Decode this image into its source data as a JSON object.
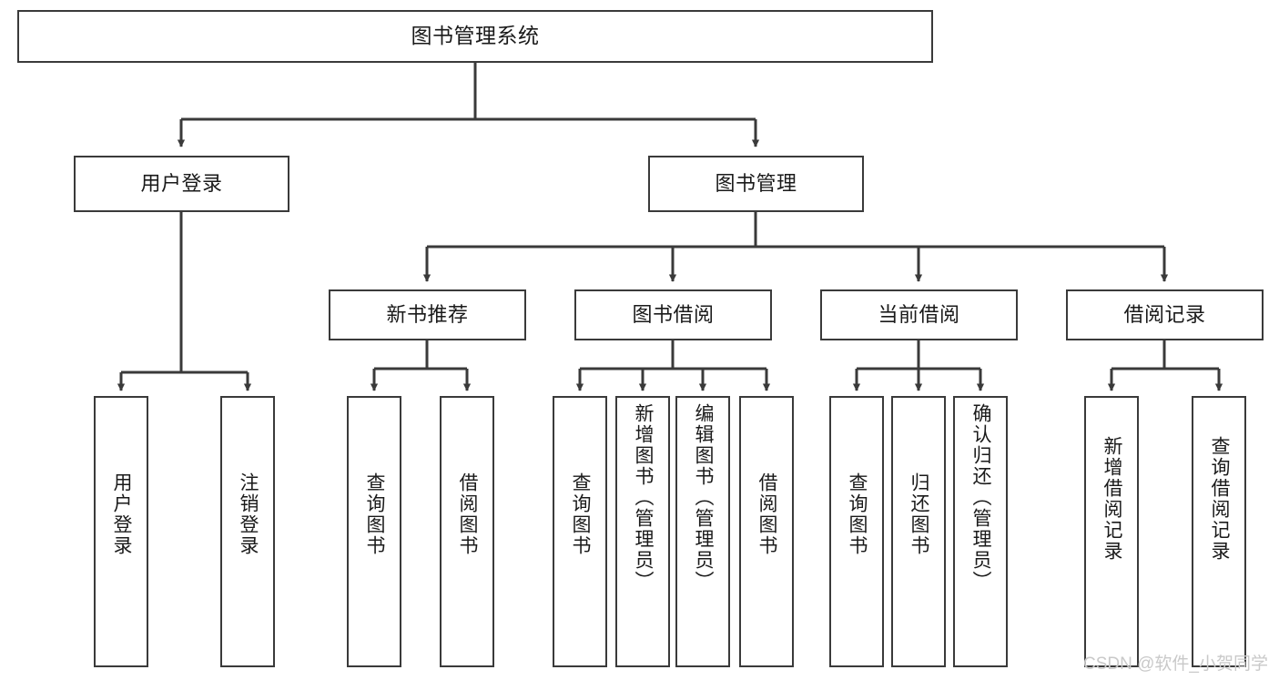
{
  "diagram": {
    "type": "tree",
    "title": "图书管理系统",
    "style": {
      "box_border_color": "#3a3a3a",
      "box_fill_color": "#ffffff",
      "edge_color": "#3a3a3a",
      "text_color": "#1a1a1a",
      "background": "#ffffff",
      "watermark_color": "#c9c9c9"
    },
    "levels": {
      "level1": [
        "图书管理系统"
      ],
      "level2": [
        "用户登录",
        "图书管理"
      ],
      "level3": [
        "新书推荐",
        "图书借阅",
        "当前借阅",
        "借阅记录"
      ],
      "level4": [
        "用户登录",
        "注销登录",
        "查询图书",
        "借阅图书",
        "查询图书",
        "新增图书（管理员）",
        "编辑图书（管理员）",
        "借阅图书",
        "查询图书",
        "归还图书",
        "确认归还（管理员）",
        "新增借阅记录",
        "查询借阅记录"
      ]
    },
    "nodes": {
      "root": {
        "label": "图书管理系统"
      },
      "user_login": {
        "label": "用户登录"
      },
      "book_mgmt": {
        "label": "图书管理"
      },
      "new_book_rec": {
        "label": "新书推荐"
      },
      "book_borrow": {
        "label": "图书借阅"
      },
      "current_borrow": {
        "label": "当前借阅"
      },
      "borrow_record": {
        "label": "借阅记录"
      },
      "leaf_user_login": {
        "label": "用户登录"
      },
      "leaf_logout": {
        "label": "注销登录"
      },
      "leaf_query_book_1": {
        "label": "查询图书"
      },
      "leaf_borrow_book_1": {
        "label": "借阅图书"
      },
      "leaf_query_book_2": {
        "label": "查询图书"
      },
      "leaf_add_book_admin": {
        "label": "新增图书（管理员）"
      },
      "leaf_edit_book_admin": {
        "label": "编辑图书（管理员）"
      },
      "leaf_borrow_book_2": {
        "label": "借阅图书"
      },
      "leaf_query_book_3": {
        "label": "查询图书"
      },
      "leaf_return_book": {
        "label": "归还图书"
      },
      "leaf_confirm_return_admin": {
        "label": "确认归还（管理员）"
      },
      "leaf_add_borrow_record": {
        "label": "新增借阅记录"
      },
      "leaf_query_borrow_record": {
        "label": "查询借阅记录"
      }
    },
    "edges": [
      {
        "from": "root",
        "to": "user_login"
      },
      {
        "from": "root",
        "to": "book_mgmt"
      },
      {
        "from": "user_login",
        "to": "leaf_user_login"
      },
      {
        "from": "user_login",
        "to": "leaf_logout"
      },
      {
        "from": "book_mgmt",
        "to": "new_book_rec"
      },
      {
        "from": "book_mgmt",
        "to": "book_borrow"
      },
      {
        "from": "book_mgmt",
        "to": "current_borrow"
      },
      {
        "from": "book_mgmt",
        "to": "borrow_record"
      },
      {
        "from": "new_book_rec",
        "to": "leaf_query_book_1"
      },
      {
        "from": "new_book_rec",
        "to": "leaf_borrow_book_1"
      },
      {
        "from": "book_borrow",
        "to": "leaf_query_book_2"
      },
      {
        "from": "book_borrow",
        "to": "leaf_add_book_admin"
      },
      {
        "from": "book_borrow",
        "to": "leaf_edit_book_admin"
      },
      {
        "from": "book_borrow",
        "to": "leaf_borrow_book_2"
      },
      {
        "from": "current_borrow",
        "to": "leaf_query_book_3"
      },
      {
        "from": "current_borrow",
        "to": "leaf_return_book"
      },
      {
        "from": "current_borrow",
        "to": "leaf_confirm_return_admin"
      },
      {
        "from": "borrow_record",
        "to": "leaf_add_borrow_record"
      },
      {
        "from": "borrow_record",
        "to": "leaf_query_borrow_record"
      }
    ]
  },
  "watermark": {
    "text": "CSDN @软件_小贺同学"
  }
}
